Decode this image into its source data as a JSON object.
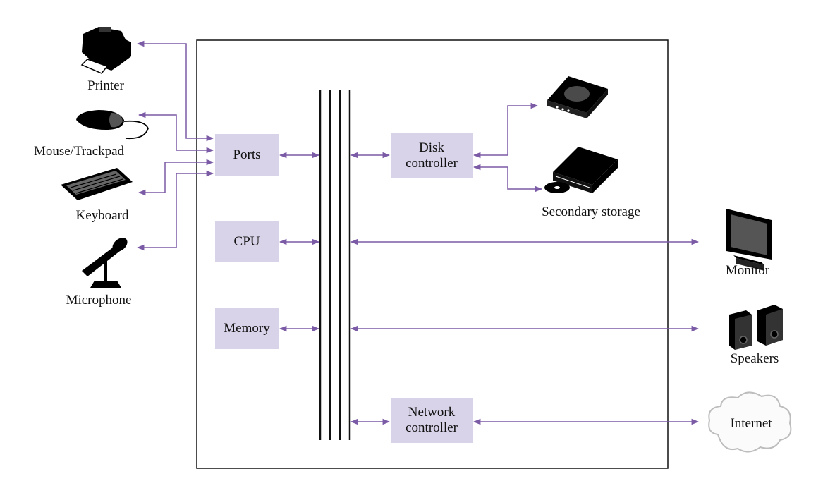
{
  "colors": {
    "arrow": "#7b5aa6",
    "box_fill": "#d8d3e9",
    "frame": "#111111",
    "bus": "#111111"
  },
  "components": {
    "ports": "Ports",
    "cpu": "CPU",
    "memory": "Memory",
    "disk_controller": {
      "line1": "Disk",
      "line2": "controller"
    },
    "network_controller": {
      "line1": "Network",
      "line2": "controller"
    }
  },
  "devices": {
    "printer": "Printer",
    "mouse": "Mouse/Trackpad",
    "keyboard": "Keyboard",
    "microphone": "Microphone",
    "secondary_storage": "Secondary storage",
    "monitor": "Monitor",
    "speakers": "Speakers",
    "internet": "Internet"
  },
  "icons": [
    "printer-icon",
    "mouse-icon",
    "keyboard-icon",
    "microphone-icon",
    "hard-drive-icon",
    "optical-drive-icon",
    "monitor-icon",
    "speakers-icon",
    "cloud-icon"
  ]
}
